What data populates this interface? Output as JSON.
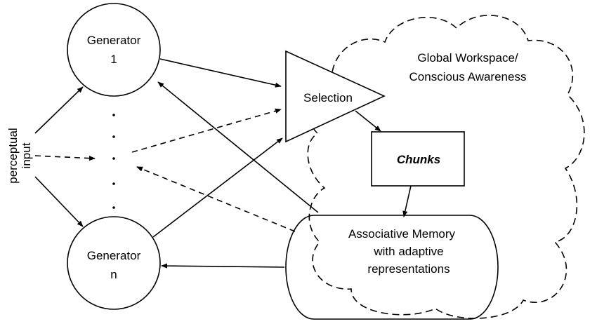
{
  "nodes": {
    "generator1": {
      "line1": "Generator",
      "line2": "1"
    },
    "generatorN": {
      "line1": "Generator",
      "line2": "n"
    },
    "selection": "Selection",
    "chunks": "Chunks",
    "memory": {
      "line1": "Associative Memory",
      "line2": "with adaptive",
      "line3": "representations"
    },
    "workspace": {
      "line1": "Global Workspace/",
      "line2": "Conscious Awareness"
    },
    "input": {
      "line1": "perceptual",
      "line2": "input"
    }
  }
}
